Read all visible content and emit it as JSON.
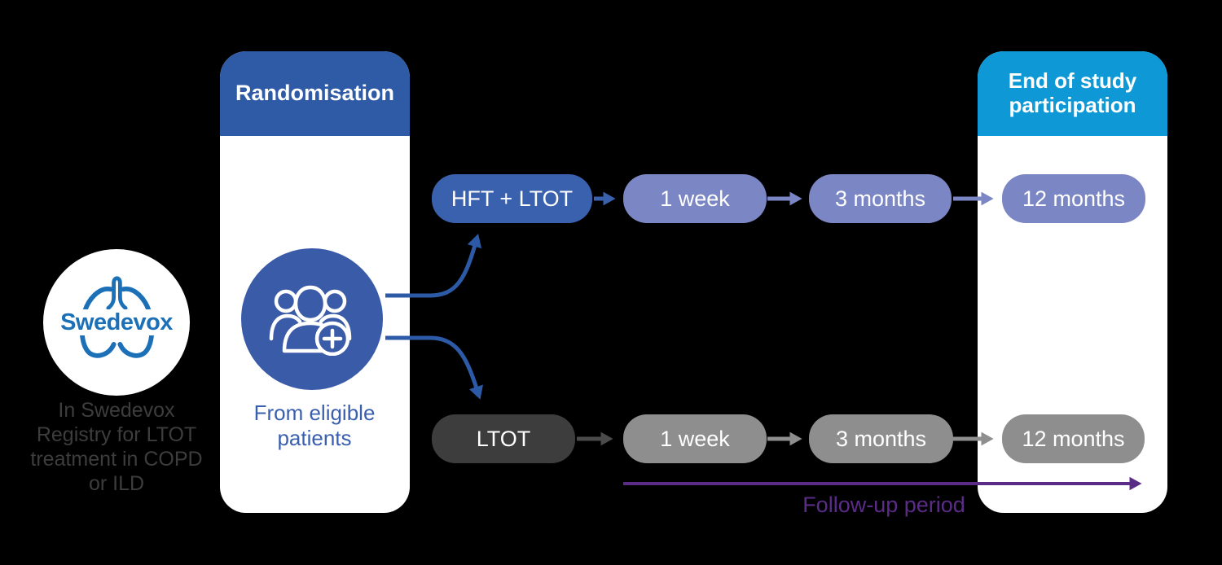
{
  "colors": {
    "background": "#000000",
    "randomisation_header_blue": "#2e5aa6",
    "end_header_cyan": "#0e99d6",
    "hft_pill_blue": "#3a61ad",
    "timepoint_pill_periwinkle": "#7b86c4",
    "ltot_pill_dark_gray": "#3d3d3d",
    "timepoint_pill_gray": "#8e8e8e",
    "dark_gray_arrow": "#4b4b4b",
    "curved_arrow_blue": "#2d5aa7",
    "followup_purple": "#5b2c87",
    "swedevox_blue": "#1c70b8",
    "eligible_text_blue": "#3a5fae",
    "source_caption_gray": "#3d3d3d"
  },
  "source": {
    "logo_text": "Swedevox",
    "caption_lines": {
      "0": "In Swedevox",
      "1": "Registry for LTOT",
      "2": "treatment in COPD",
      "3": "or ILD"
    }
  },
  "randomisation": {
    "header": "Randomisation",
    "caption": "From eligible patients"
  },
  "end_of_study": {
    "header": "End of study participation"
  },
  "arms": [
    {
      "label": "HFT + LTOT",
      "timepoints": [
        "1 week",
        "3 months",
        "12 months"
      ]
    },
    {
      "label": "LTOT",
      "timepoints": [
        "1 week",
        "3 months",
        "12 months"
      ]
    }
  ],
  "followup": {
    "label": "Follow-up period"
  }
}
